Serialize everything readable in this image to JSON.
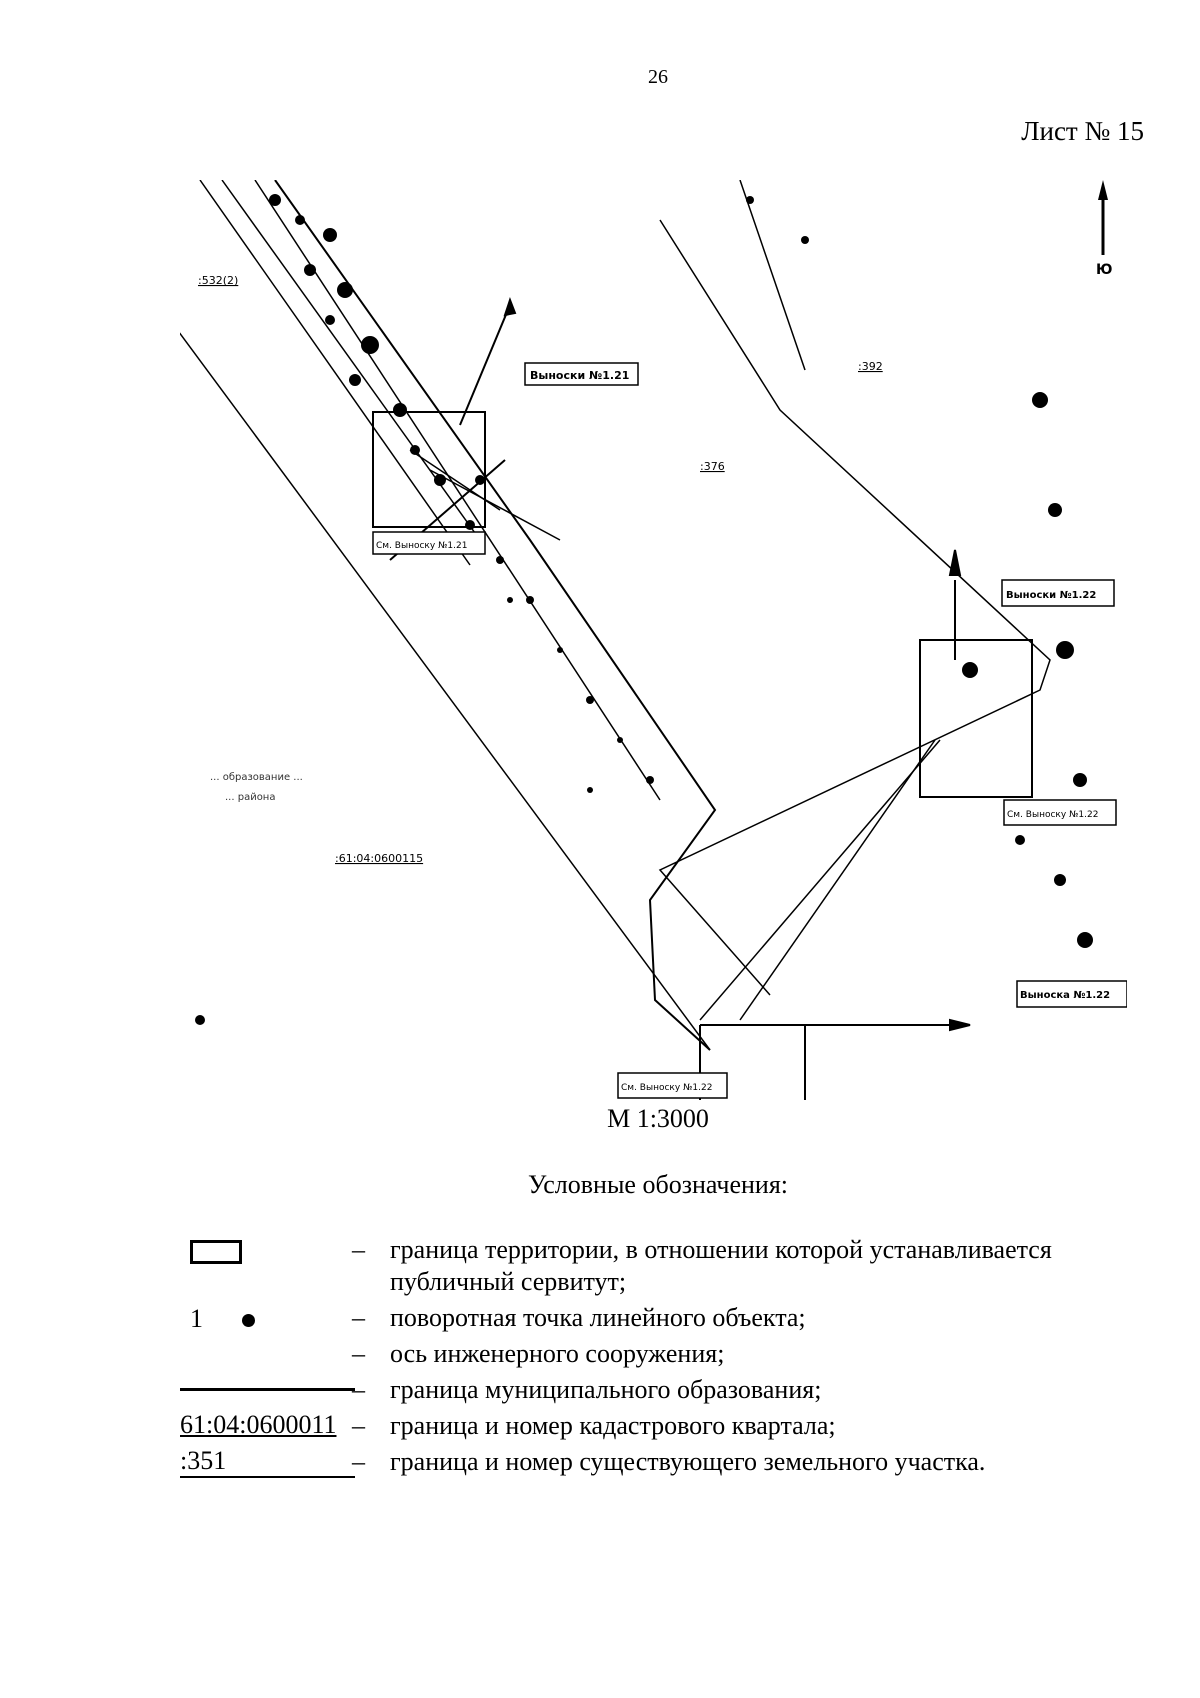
{
  "page": {
    "number": "26",
    "sheet": "Лист № 15"
  },
  "map": {
    "north_label": "Ю",
    "callouts": [
      "Выноски №1.21",
      "См. Выноску №1.21",
      "Выноски №1.22",
      "См. Выноску №1.22",
      "Выноска №1.22",
      "См. Выноску №1.22"
    ],
    "parcels": [
      ":532(2)",
      ":392",
      ":376",
      ":61:04:0600115"
    ],
    "municipal_note": [
      "... образование ...",
      "... района"
    ],
    "scale": "М 1:3000"
  },
  "legend": {
    "title": "Условные обозначения:",
    "items": [
      {
        "symbol": "rect",
        "text": "граница территории, в отношении которой устанавливается публичный сервитут;"
      },
      {
        "symbol": "point",
        "symbol_text": "1",
        "text": "поворотная точка линейного объекта;"
      },
      {
        "symbol": "none",
        "text": "ось инженерного сооружения;"
      },
      {
        "symbol": "line",
        "text": "граница муниципального образования;"
      },
      {
        "symbol": "quarter",
        "symbol_text": "61:04:0600011",
        "text": "граница и номер кадастрового квартала;"
      },
      {
        "symbol": "parcel",
        "symbol_text": ":351",
        "text": "граница и номер существующего земельного участка."
      }
    ],
    "dash": "–"
  }
}
